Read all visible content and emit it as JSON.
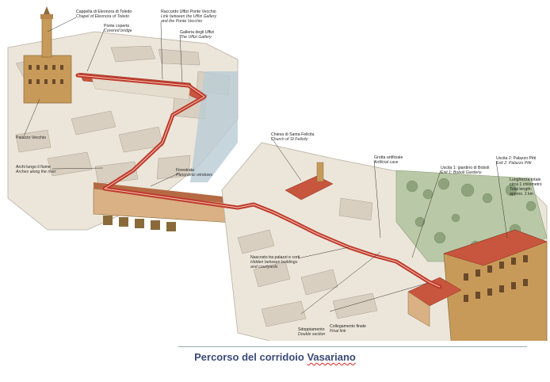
{
  "caption": {
    "main": "Percorso del corridoio",
    "last_word": "Vasariano"
  },
  "labels": {
    "cappella": {
      "it": "Cappella di Eleonora di Toledo",
      "en": "Chapel of Eleonora of Toledo"
    },
    "raccordo": {
      "it": "Raccordo Uffizi Ponte Vecchio",
      "en1": "Link between the Uffizi Gallery",
      "en2": "and the Ponte Vecchio"
    },
    "ponte_coperto": {
      "it": "Ponte coperto",
      "en": "Covered bridge"
    },
    "galleria": {
      "it": "Galleria degli Uffizi",
      "en": "The Uffizi Gallery"
    },
    "palazzo_vecchio": {
      "it": "Palazzo Vecchio"
    },
    "archi": {
      "it": "Archi lungo il fiume",
      "en": "Arches along the river"
    },
    "finestrata": {
      "it": "Finestrata",
      "en": "Panoramic windows"
    },
    "chiesa": {
      "it": "Chiesa di Santa Felicita",
      "en": "Church of St Felicity"
    },
    "grotta": {
      "it": "Grotta artificiale",
      "en": "Artificial cave"
    },
    "uscita1": {
      "it": "Uscita 1: giardino di Boboli",
      "en": "Exit 1: Boboli Gardens"
    },
    "uscita2": {
      "it": "Uscita 2: Palazzo Pitti",
      "en": "Exit 2: Palazzo Pitti"
    },
    "lunghezza": {
      "l1": "Lunghezza totale",
      "l2": "circa 1 chilometro",
      "l3": "Total length:",
      "l4": "approx. 1 km"
    },
    "nascosto": {
      "it": "Nascosto tra palazzi e corti",
      "en1": "Hidden between buildings",
      "en2": "and courtyards"
    },
    "sdoppiamento": {
      "it": "Sdoppiamento",
      "en": "Double section"
    },
    "collegamento": {
      "it": "Collegamento finale",
      "en": "Final link"
    }
  },
  "colors": {
    "corridor": "#c0392b",
    "roof": "#c8553d",
    "wall": "#ece6da",
    "garden": "#9db08a",
    "river": "#b9ccd4",
    "caption": "#3a4a78"
  }
}
